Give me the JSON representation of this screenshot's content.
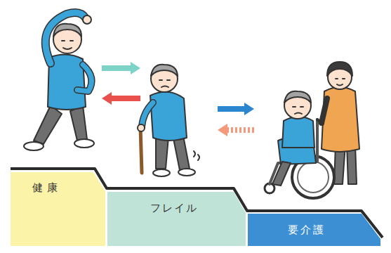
{
  "diagram": {
    "nodes": [
      {
        "text": [
          "健康"
        ]
      },
      {
        "text": [
          "フレイル"
        ]
      },
      {
        "text": [
          "要介護"
        ]
      }
    ],
    "edges": [
      {
        "from": 0,
        "to": 1,
        "arrow": "to"
      },
      {
        "from": 1,
        "to": 0,
        "arrow": "to"
      },
      {
        "from": 1,
        "to": 2,
        "arrow": "to"
      },
      {
        "from": 2,
        "to": 1,
        "arrow": "to"
      }
    ]
  }
}
